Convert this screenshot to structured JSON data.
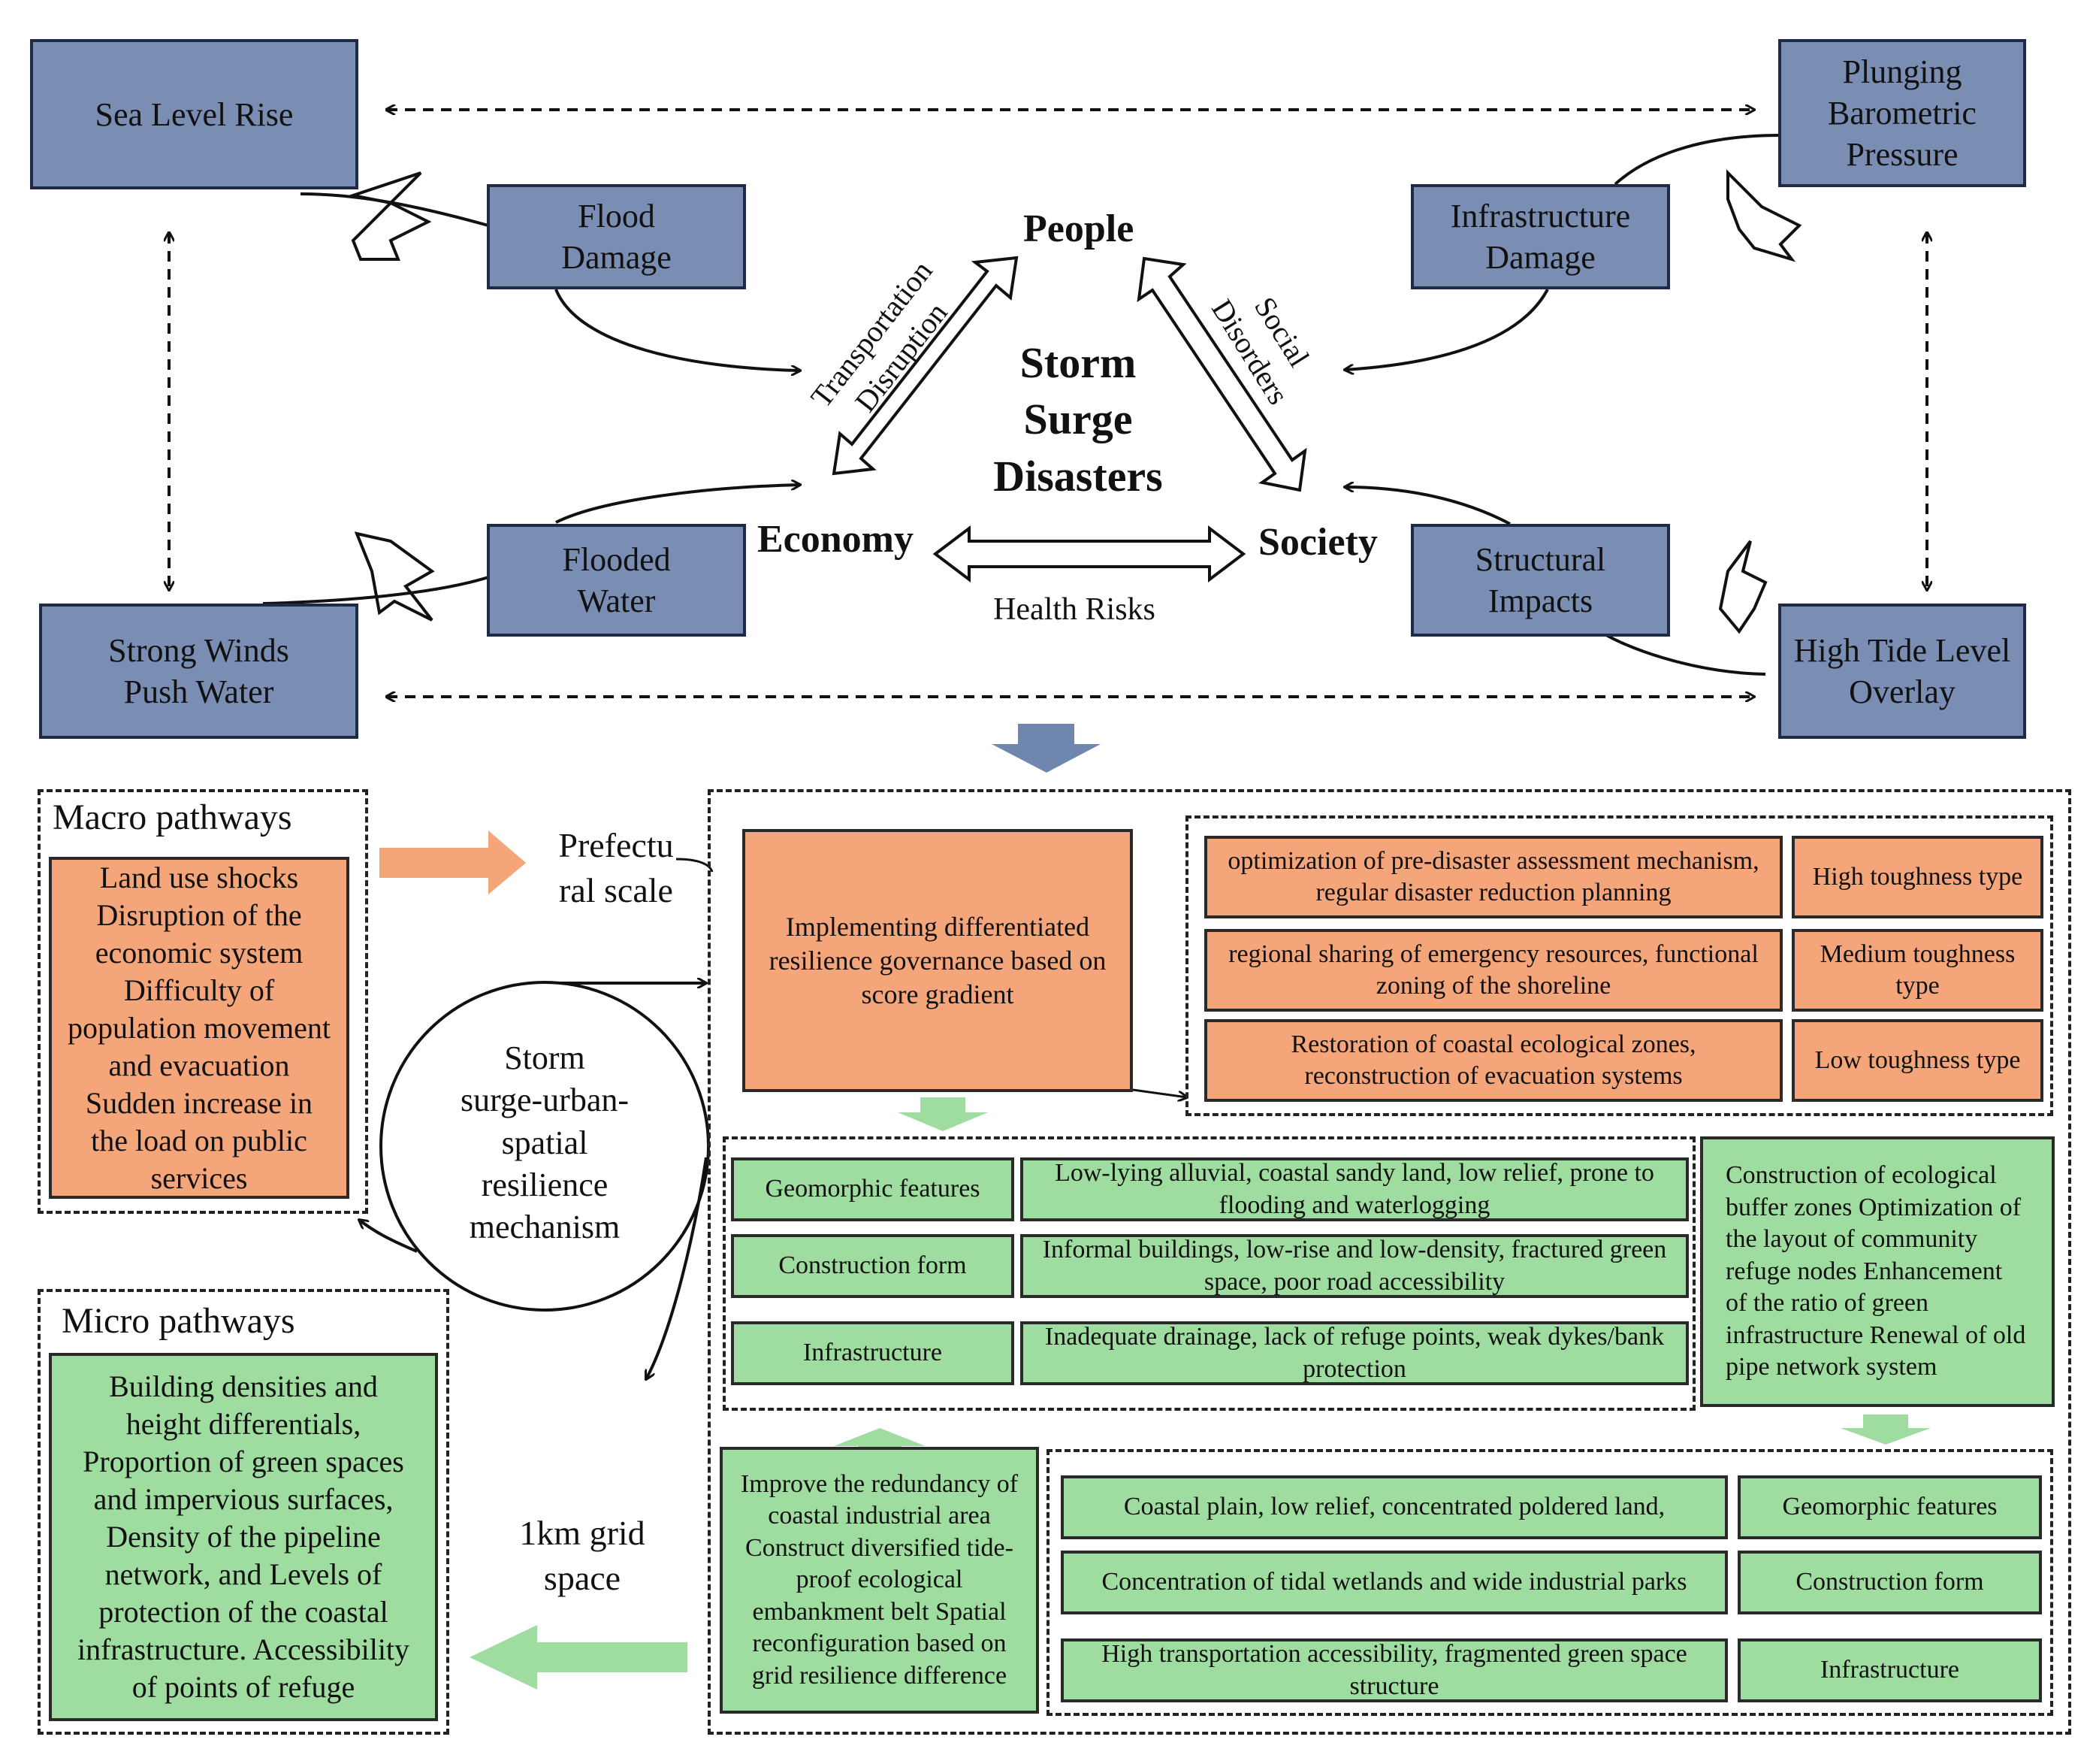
{
  "top": {
    "center": {
      "line1": "Storm",
      "line2": "Surge",
      "line3": "Disasters"
    },
    "nodes": {
      "people": "People",
      "economy": "Economy",
      "society": "Society"
    },
    "edges": {
      "transport1": "Transportation",
      "transport2": "Disruption",
      "social1": "Social",
      "social2": "Disorders",
      "health": "Health Risks"
    },
    "drivers": {
      "sea_level": "Sea Level Rise",
      "pressure1": "Plunging",
      "pressure2": "Barometric",
      "pressure3": "Pressure",
      "winds1": "Strong Winds",
      "winds2": "Push Water",
      "tide1": "High Tide Level",
      "tide2": "Overlay"
    },
    "impacts": {
      "flood1": "Flood",
      "flood2": "Damage",
      "infra1": "Infrastructure",
      "infra2": "Damage",
      "water1": "Flooded",
      "water2": "Water",
      "struct1": "Structural",
      "struct2": "Impacts"
    }
  },
  "bottom": {
    "macro": {
      "title": "Macro pathways",
      "text": "Land use shocks Disruption of the economic system Difficulty of population movement and evacuation Sudden increase in the load on public services"
    },
    "micro": {
      "title": "Micro pathways",
      "text": "Building densities and height differentials, Proportion of green spaces and impervious surfaces, Density of the pipeline network, and Levels of protection of the coastal infrastructure. Accessibility of points of refuge"
    },
    "scale_prefectural1": "Prefectu",
    "scale_prefectural2": "ral scale",
    "scale_grid1": "1km grid",
    "scale_grid2": "space",
    "circle": {
      "l1": "Storm",
      "l2": "surge-urban-",
      "l3": "spatial",
      "l4": "resilience",
      "l5": "mechanism"
    },
    "governance": "Implementing differentiated resilience governance based on score gradient",
    "measures": [
      {
        "text": "optimization of pre-disaster assessment mechanism, regular disaster reduction planning",
        "type": "High toughness type"
      },
      {
        "text": "regional sharing of emergency resources, functional zoning of the shoreline",
        "type": "Medium toughness type"
      },
      {
        "text": "Restoration of coastal ecological zones, reconstruction of evacuation systems",
        "type": "Low toughness type"
      }
    ],
    "features_top": [
      {
        "label": "Geomorphic features",
        "desc": "Low-lying alluvial, coastal sandy land, low relief, prone to flooding and waterlogging"
      },
      {
        "label": "Construction form",
        "desc": "Informal buildings, low-rise and low-density, fractured green space, poor road accessibility"
      },
      {
        "label": "Infrastructure",
        "desc": "Inadequate drainage, lack of refuge points, weak dykes/bank protection"
      }
    ],
    "eco_measures": "Construction of ecological buffer zones Optimization of the layout of community refuge nodes Enhancement of the ratio of green infrastructure Renewal of old pipe network system",
    "industrial_measures": "Improve the redundancy of coastal industrial area Construct diversified tide-proof ecological embankment belt Spatial reconfiguration based on grid resilience difference",
    "features_bottom": [
      {
        "desc": "Coastal plain, low relief, concentrated poldered land,",
        "label": "Geomorphic features"
      },
      {
        "desc": "Concentration of tidal wetlands and wide industrial parks",
        "label": "Construction form"
      },
      {
        "desc": "High transportation accessibility, fragmented green space structure",
        "label": "Infrastructure"
      }
    ]
  }
}
